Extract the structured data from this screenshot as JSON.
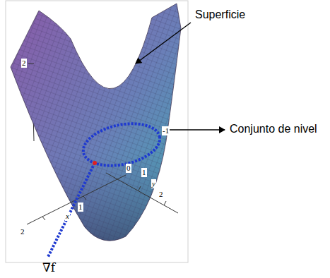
{
  "diagram": {
    "labels": [
      "Superficie",
      "Conjunto de nivel",
      "∇f",
      "2",
      "-1",
      "0",
      "1",
      "y",
      "2",
      "1",
      "2",
      "x"
    ]
  }
}
